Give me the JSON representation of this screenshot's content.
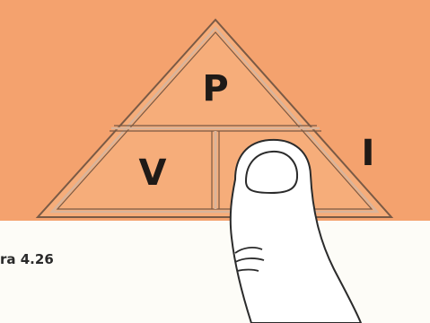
{
  "diagram": {
    "top_letter": "P",
    "bottom_left_letter": "V",
    "bottom_right_letter": "I",
    "colors": {
      "panel": "#f4a26e",
      "triangle_fill": "#f6ad7a",
      "triangle_stroke": "#7a5a45",
      "finger_outline": "#2b2b2b",
      "finger_fill": "#ffffff"
    }
  },
  "caption": {
    "text": "ra 4.26"
  }
}
